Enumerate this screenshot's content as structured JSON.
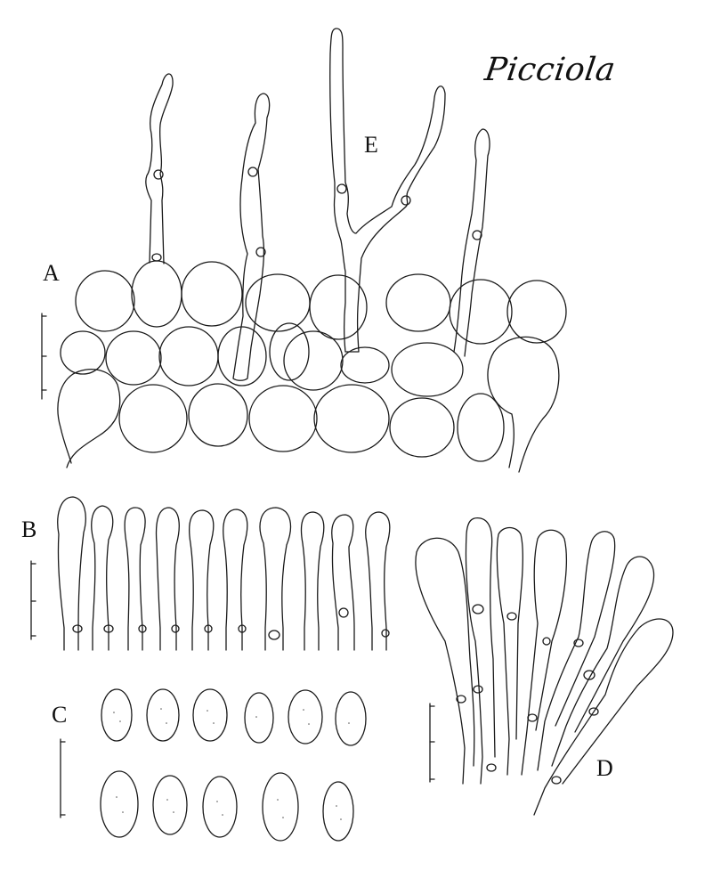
{
  "author": "Picciola",
  "labels": {
    "a": "A",
    "b": "B",
    "c": "C",
    "d": "D",
    "e": "E"
  }
}
